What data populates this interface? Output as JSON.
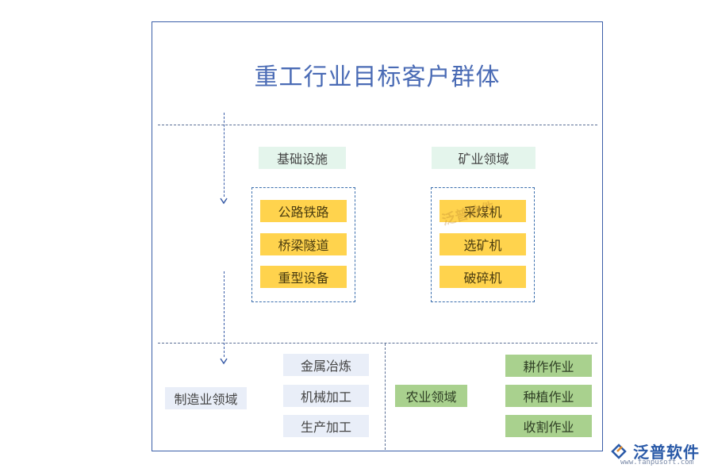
{
  "title": "重工行业目标客户群体",
  "infrastructure": {
    "label": "基础设施",
    "items": [
      "公路铁路",
      "桥梁隧道",
      "重型设备"
    ]
  },
  "mining": {
    "label": "矿业领域",
    "items": [
      "采煤机",
      "选矿机",
      "破碎机"
    ]
  },
  "manufacturing": {
    "label": "制造业领域",
    "items": [
      "金属冶炼",
      "机械加工",
      "生产加工"
    ]
  },
  "agriculture": {
    "label": "农业领域",
    "items": [
      "耕作作业",
      "种植作业",
      "收割作业"
    ]
  },
  "watermark": "泛普软件",
  "logo": {
    "name": "泛普软件",
    "url": "www.fanpusoft.com"
  },
  "colors": {
    "frame": "#3b5ea8",
    "title": "#4a6bb5",
    "mint": "#e4f5ec",
    "lavender": "#e9eef8",
    "yellow": "#ffd34d",
    "green": "#a9d18e"
  }
}
